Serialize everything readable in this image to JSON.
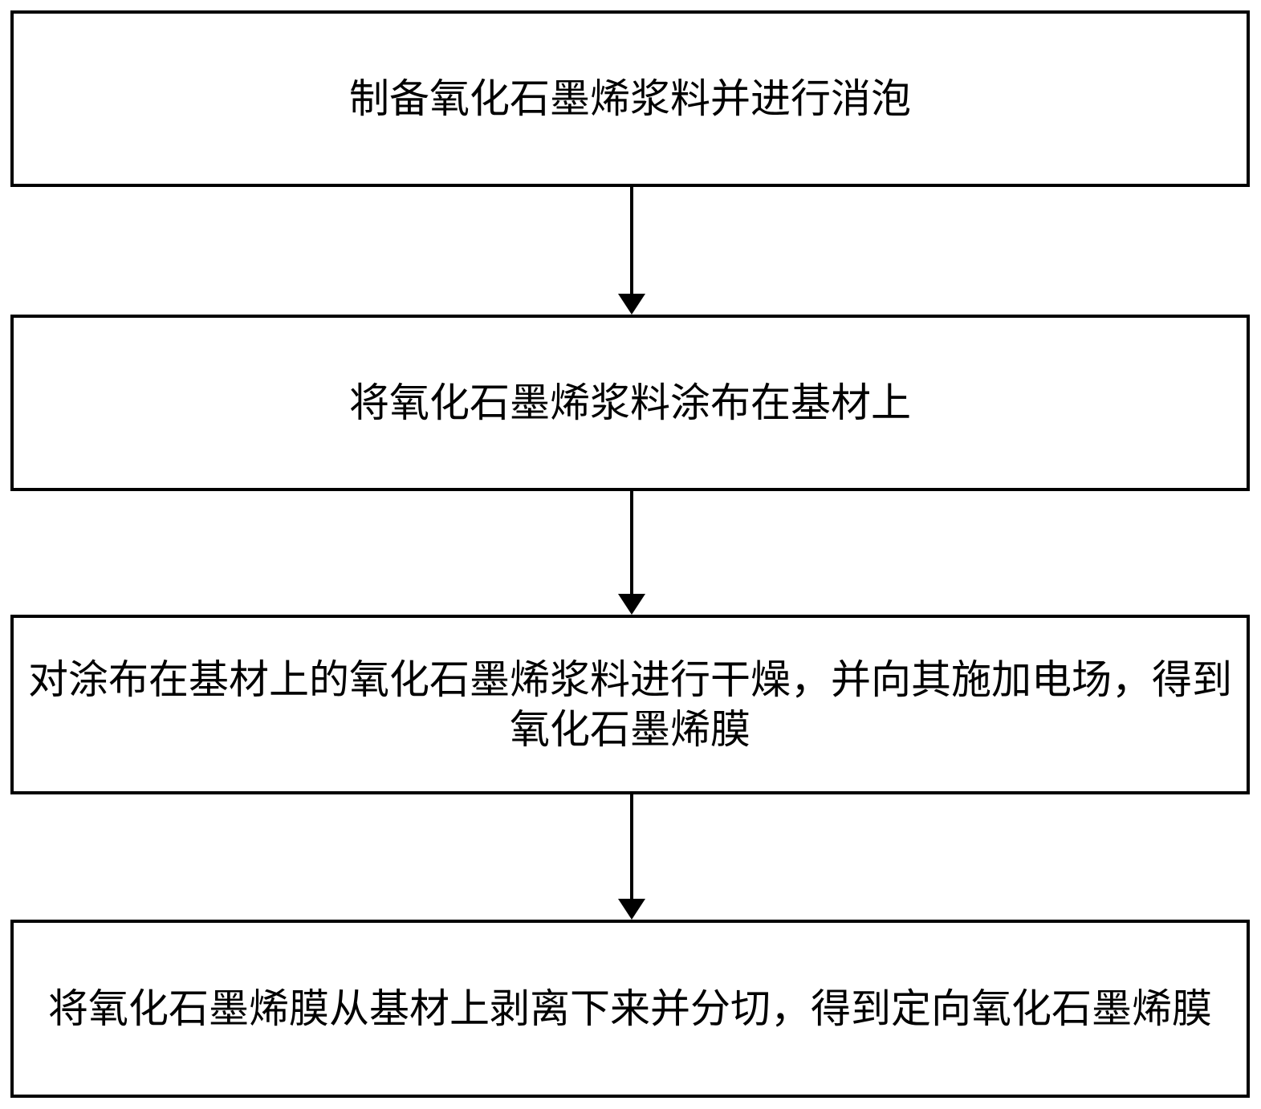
{
  "diagram": {
    "type": "flowchart",
    "orientation": "vertical",
    "colors": {
      "background": "#ffffff",
      "box_border": "#000000",
      "box_fill": "#ffffff",
      "text": "#000000",
      "arrow": "#000000"
    },
    "steps": [
      {
        "id": "step-1",
        "text": "制备氧化石墨烯浆料并进行消泡"
      },
      {
        "id": "step-2",
        "text": "将氧化石墨烯浆料涂布在基材上"
      },
      {
        "id": "step-3",
        "text": "对涂布在基材上的氧化石墨烯浆料进行干燥，并向其施加电场，得到\n氧化石墨烯膜"
      },
      {
        "id": "step-4",
        "text": "将氧化石墨烯膜从基材上剥离下来并分切，得到定向氧化石墨烯膜"
      }
    ],
    "connectors": [
      {
        "from": "step-1",
        "to": "step-2",
        "shape": "down-arrow"
      },
      {
        "from": "step-2",
        "to": "step-3",
        "shape": "down-arrow"
      },
      {
        "from": "step-3",
        "to": "step-4",
        "shape": "down-arrow"
      }
    ]
  }
}
